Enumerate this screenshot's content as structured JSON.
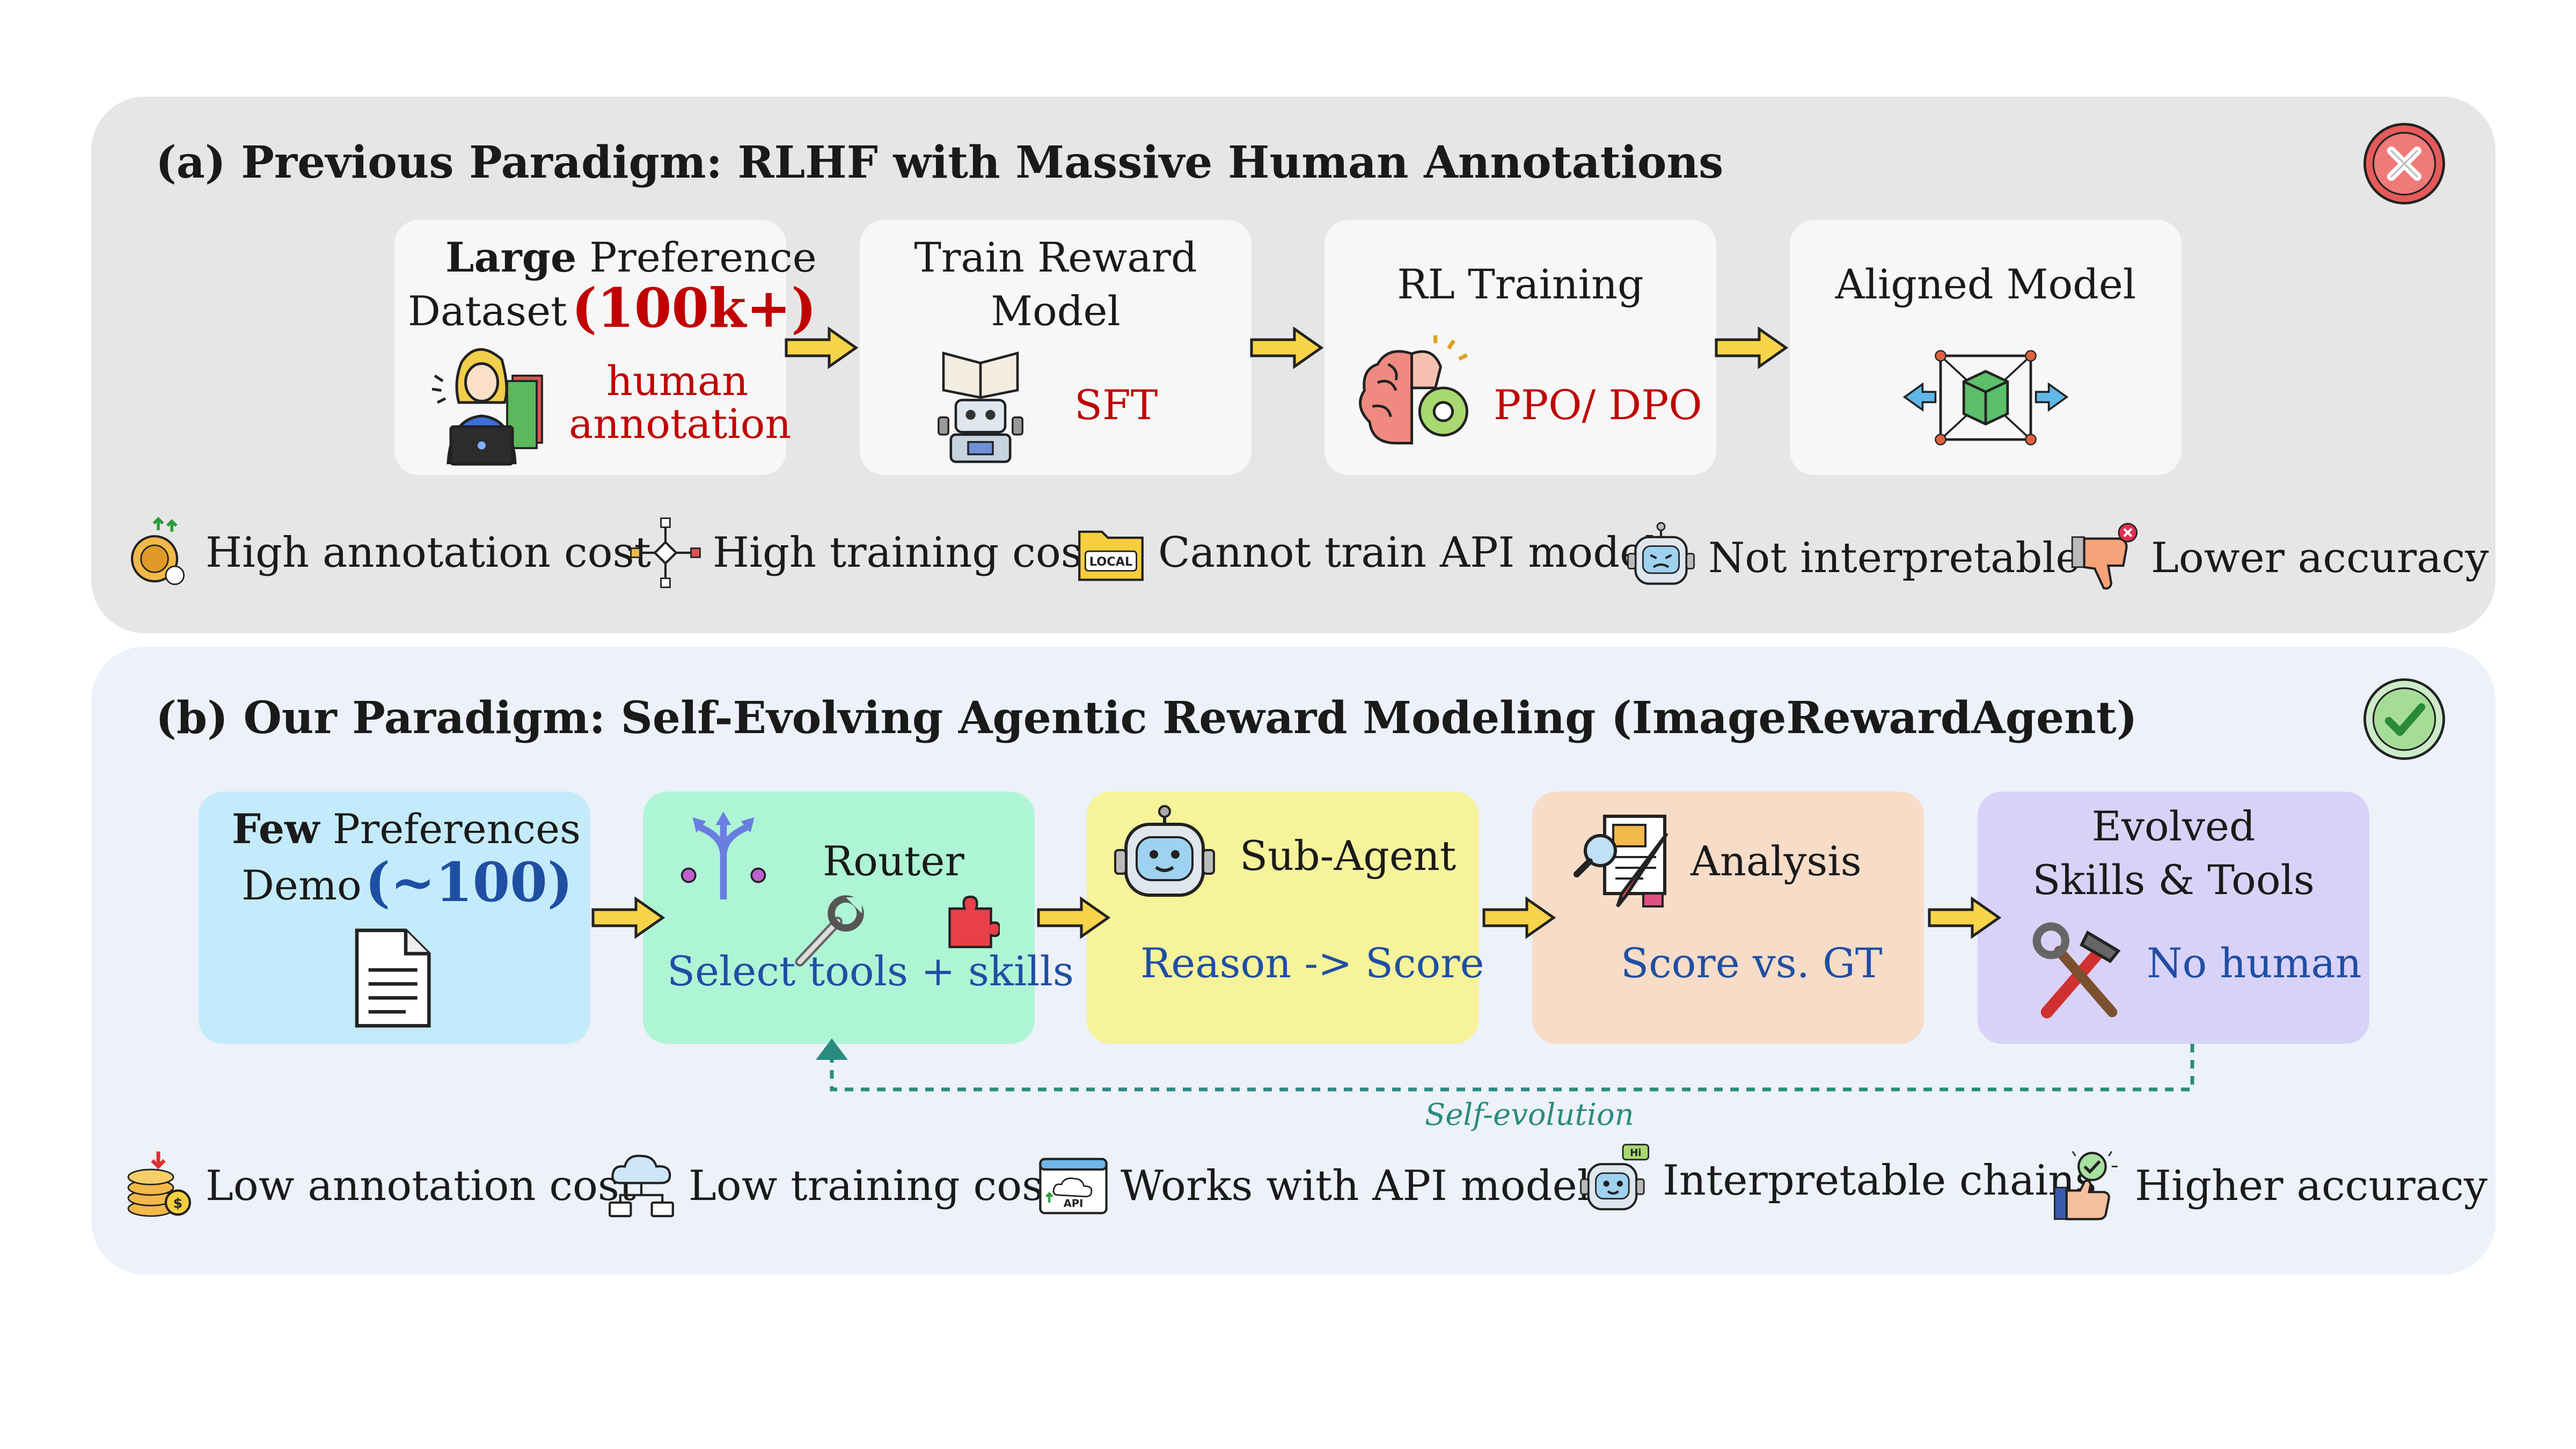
{
  "colors": {
    "panel_a_bg": "#e6e6e6",
    "panel_b_bg": "#edf1f9",
    "highlight_red": "#c00000",
    "highlight_blue": "#1f4fa3",
    "router_box": "#aef5d6",
    "demo_box": "#c4ebfb",
    "subagent_box": "#f6f39a",
    "analysis_box": "#f7dcc8",
    "evolved_box": "#d9d2f8",
    "arrow_fill": "#f8d44a",
    "loop_line": "#2a8c7e"
  },
  "panel_a": {
    "title": "(a) Previous Paradigm: RLHF with Massive Human Annotations",
    "badge_icon": "x-mark-icon",
    "steps": {
      "dataset": {
        "line1_bold": "Large",
        "line1_rest": " Preference",
        "line2": "Dataset",
        "count": "(100k+)",
        "note1": "human",
        "note2": "annotation",
        "icon": "annotator-icon"
      },
      "reward_model": {
        "line1": "Train Reward",
        "line2": "Model",
        "method": "SFT",
        "icon": "robot-reading-icon"
      },
      "rl_training": {
        "line1": "RL Training",
        "method": "PPO/ DPO",
        "icon": "brain-gear-icon"
      },
      "aligned": {
        "line1": "Aligned Model",
        "icon": "cube-network-icon"
      }
    },
    "properties": [
      {
        "label": "High annotation cost",
        "icon": "coin-up-icon"
      },
      {
        "label": "High training cost",
        "icon": "network-nodes-icon"
      },
      {
        "label": "Cannot train API models",
        "icon": "local-folder-icon"
      },
      {
        "label": "Not interpretable",
        "icon": "sad-robot-icon"
      },
      {
        "label": "Lower accuracy",
        "icon": "thumbs-down-icon"
      }
    ]
  },
  "panel_b": {
    "title": "(b) Our Paradigm: Self-Evolving Agentic Reward Modeling (ImageRewardAgent)",
    "badge_icon": "check-mark-icon",
    "steps": {
      "demo": {
        "line1_bold": "Few",
        "line1_rest": " Preferences",
        "line2": "Demo",
        "count": "(~100)",
        "icon": "document-icon"
      },
      "router": {
        "title": "Router",
        "subtitle": "Select tools + skills",
        "icon": "routing-arrows-icon"
      },
      "subagent": {
        "title": "Sub-Agent",
        "subtitle": "Reason -> Score",
        "icon": "robot-face-icon"
      },
      "analysis": {
        "title": "Analysis",
        "subtitle": "Score vs. GT",
        "icon": "analysis-pencil-icon"
      },
      "evolved": {
        "line1": "Evolved",
        "line2": "Skills & Tools",
        "subtitle": "No human",
        "icon": "tools-icon"
      }
    },
    "loop_label": "Self-evolution",
    "properties": [
      {
        "label": "Low annotation cost",
        "icon": "coin-down-icon"
      },
      {
        "label": "Low training cost",
        "icon": "cloud-network-icon"
      },
      {
        "label": "Works with API models",
        "icon": "api-window-icon"
      },
      {
        "label": "Interpretable chains",
        "icon": "hi-robot-icon"
      },
      {
        "label": "Higher accuracy",
        "icon": "thumbs-up-check-icon"
      }
    ]
  }
}
